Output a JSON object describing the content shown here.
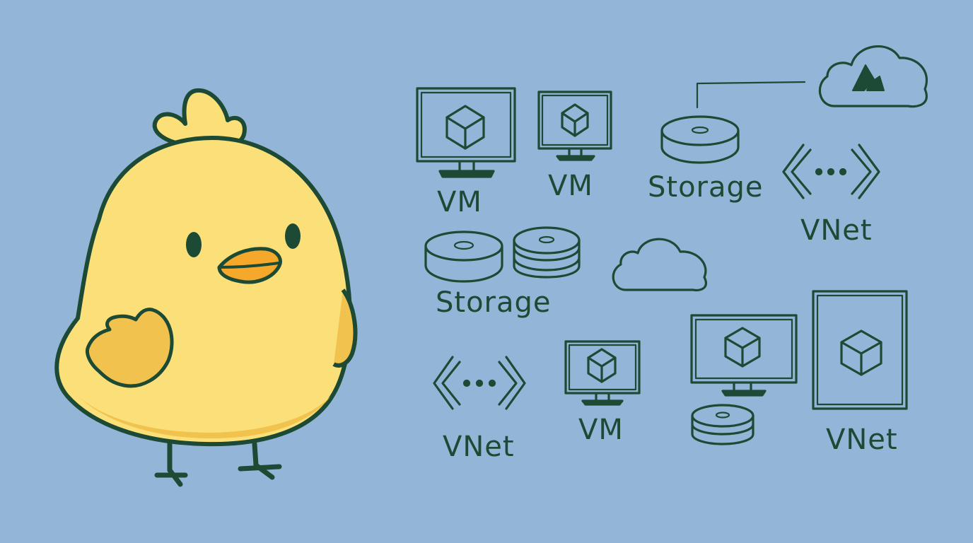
{
  "colors": {
    "background": "#93b6d8",
    "ink": "#1c4a34",
    "chick_body": "#fbe07a",
    "chick_shade": "#f1c24e",
    "beak": "#f5a82a"
  },
  "labels": {
    "vm_1": "VM",
    "vm_2": "VM",
    "storage_1": "Storage",
    "vnet_1": "VNet",
    "storage_2": "Storage",
    "vnet_2": "VNet",
    "vm_3": "VM",
    "vnet_3": "VNet"
  },
  "icons": [
    "chick-mascot",
    "monitor-vm-icon",
    "storage-disk-icon",
    "vnet-brackets-icon",
    "azure-cloud-icon",
    "cloud-icon",
    "cube-icon"
  ]
}
